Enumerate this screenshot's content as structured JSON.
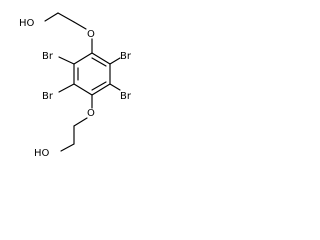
{
  "molecule": {
    "atoms": {
      "oh_top": "HO",
      "o_top": "O",
      "br_upper_left": "Br",
      "br_upper_right": "Br",
      "br_lower_left": "Br",
      "br_lower_right": "Br",
      "o_bottom": "O",
      "oh_bottom": "HO"
    }
  }
}
